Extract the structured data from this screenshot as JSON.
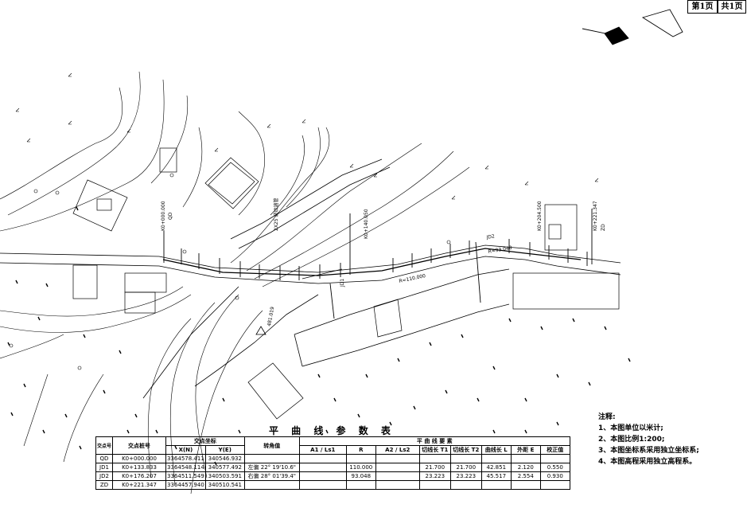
{
  "sheet": {
    "current": "第1页",
    "total": "共1页"
  },
  "table": {
    "title": "平 曲 线 参 数 表",
    "head_no": "交点号",
    "head_station": "交点桩号",
    "head_coords": "交点坐标",
    "head_x": "X(N)",
    "head_y": "Y(E)",
    "head_angle": "转角值",
    "head_elements": "平 曲 线 要 素",
    "sub_headers": [
      "A1 / Ls1",
      "R",
      "A2 / Ls2",
      "切线长 T1",
      "切线长 T2",
      "曲线长 L",
      "外距 E",
      "校正值"
    ],
    "rows": [
      {
        "no": "QD",
        "station": "K0+000.000",
        "x": "3364578.411",
        "y": "340546.932",
        "angle": "",
        "a1": "",
        "r": "",
        "a2": "",
        "t1": "",
        "t2": "",
        "l": "",
        "e": "",
        "c": ""
      },
      {
        "no": "JD1",
        "station": "K0+133.833",
        "x": "3364548.114",
        "y": "340577.492",
        "angle": "左偏 22° 19'10.6\"",
        "a1": "",
        "r": "110.000",
        "a2": "",
        "t1": "21.700",
        "t2": "21.700",
        "l": "42.851",
        "e": "2.120",
        "c": "0.550"
      },
      {
        "no": "JD2",
        "station": "K0+176.207",
        "x": "3364511.549",
        "y": "340503.591",
        "angle": "右偏 28° 01'39.4\"",
        "a1": "",
        "r": "93.048",
        "a2": "",
        "t1": "23.223",
        "t2": "23.223",
        "l": "45.517",
        "e": "2.554",
        "c": "0.930"
      },
      {
        "no": "ZD",
        "station": "K0+221.347",
        "x": "3364457.940",
        "y": "340510.541",
        "angle": "",
        "a1": "",
        "r": "",
        "a2": "",
        "t1": "",
        "t2": "",
        "l": "",
        "e": "",
        "c": ""
      }
    ]
  },
  "notes": {
    "heading": "注释:",
    "items": [
      "1、本图单位以米计;",
      "2、本图比例1:200;",
      "3、本图坐标系采用独立坐标系;",
      "4、本图高程采用独立高程系。"
    ]
  },
  "labels": {
    "start": "K0+000.000",
    "qd": "QD",
    "jd1": "JD1",
    "jd2": "JD2",
    "zd": "ZD",
    "zd_station": "K0+221.347",
    "r1": "R=110.000",
    "r2": "R=93.048",
    "culvert": "2X25 波纹涵管",
    "bridge": "481.019",
    "k140": "K0+140.050",
    "k204": "K0+204.500"
  },
  "colors": {
    "line": "#000000",
    "background": "#ffffff"
  }
}
